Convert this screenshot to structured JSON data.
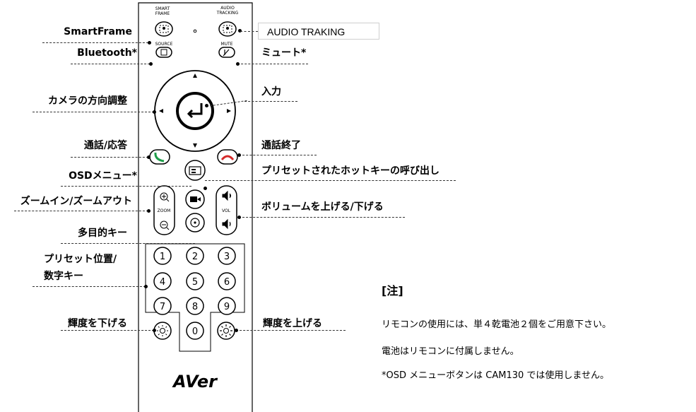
{
  "remote": {
    "brand": "AVer",
    "buttons": {
      "smartframe_caption": [
        "SMART",
        "FRAME"
      ],
      "audio_tracking_caption": [
        "AUDIO",
        "TRACKING"
      ],
      "source_caption": "SOURCE",
      "mute_caption": "MUTE",
      "zoom_caption": "ZOOM",
      "vol_caption": "VOL",
      "keypad": [
        "1",
        "2",
        "3",
        "4",
        "5",
        "6",
        "7",
        "8",
        "9",
        "0"
      ]
    }
  },
  "audio_box": "AUDIO TRAKING",
  "labels": {
    "smartframe": "SmartFrame",
    "bluetooth": "Bluetooth*",
    "mute": "ミュート*",
    "camera_direction": "カメラの方向調整",
    "input": "入力",
    "call_answer": "通話/応答",
    "call_end": "通話終了",
    "osd_menu": "OSDメニュー*",
    "preset_hotkey": "プリセットされたホットキーの呼び出し",
    "zoom": "ズームイン/ズームアウト",
    "volume": "ボリュームを上げる/下げる",
    "multi_key": "多目的キー",
    "preset_position_line1": "プリセット位置/",
    "preset_position_line2": "数字キー",
    "brightness_down": "輝度を下げる",
    "brightness_up": "輝度を上げる"
  },
  "notes": {
    "title": "[注]",
    "lines": [
      "リモコンの使用には、単４乾電池２個をご用意下さい。",
      "電池はリモコンに付属しません。",
      "*OSD メニューボタンは CAM130 では使用しません。"
    ]
  }
}
